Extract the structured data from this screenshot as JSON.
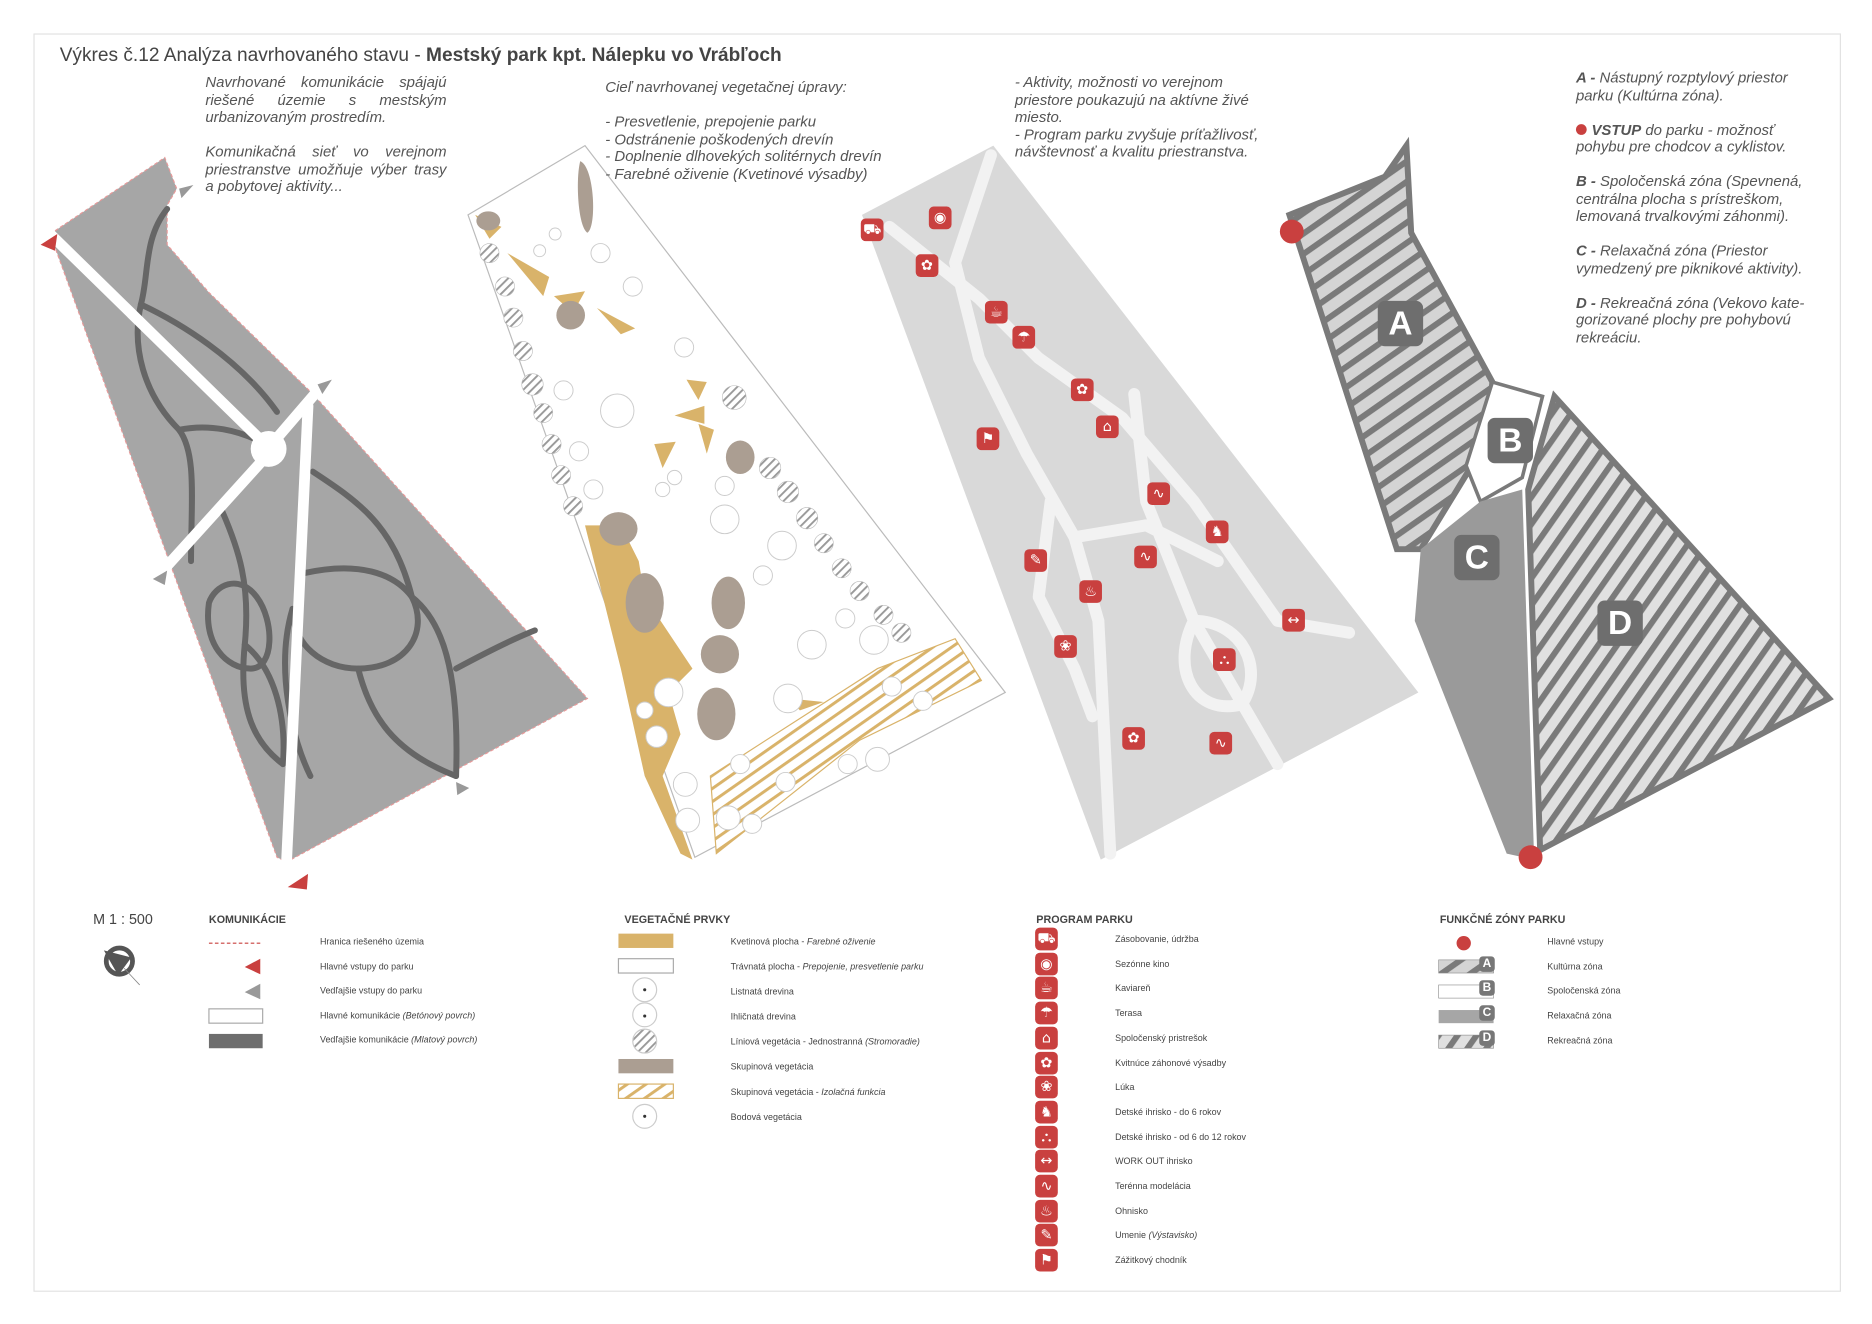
{
  "title": {
    "prefix": "Výkres č.12 Analýza navrhovaného stavu - ",
    "bold": "Mestský park kpt. Nálepku vo Vrábľoch"
  },
  "texts": {
    "communication_p1": "Navrhované komunikácie spájajú riešené územie s mestským urbanizovaným prostredím.",
    "communication_p2": "Komunikačná sieť vo verejnom priestranstve umožňuje výber trasy a pobytovej aktivity...",
    "vegetation_heading": "Cieľ navrhovanej vegetačnej úpravy:",
    "vegetation_items": [
      "- Presvetlenie, prepojenie parku",
      "- Odstránenie poškodených drevín",
      "- Doplnenie dlhovekých solitérnych drevín",
      "- Farebné oživenie (Kvetinové výsadby)"
    ],
    "program_p1": "- Aktivity, možnosti vo verejnom priestore poukazujú na aktívne živé miesto.",
    "program_p2": "- Program parku zvyšuje príťažlivosť, návštevnosť a kvalitu priestranstva.",
    "zones": [
      {
        "letter": "A -",
        "text": " Nástupný rozptylový priestor parku (Kultúrna zóna)."
      },
      {
        "letter": "VSTUP",
        "text": " do parku -  možnosť pohybu pre chodcov a cyklistov."
      },
      {
        "letter": "B -",
        "text": " Spoločenská zóna (Spevnená, centrálna plocha  s prístreškom, lemovaná trvalkovými záhonmi)."
      },
      {
        "letter": "C -",
        "text": " Relaxačná zóna (Priestor vymedzený pre piknikové aktivity)."
      },
      {
        "letter": "D -",
        "text": " Rekreačná zóna (Vekovo kate-gorizované plochy pre pohybovú rekreáciu."
      }
    ]
  },
  "zone_labels": [
    "A",
    "B",
    "C",
    "D"
  ],
  "scale": "M 1 : 500",
  "legend": {
    "komunikacie": {
      "title": "KOMUNIKÁCIE",
      "items": [
        {
          "label": "Hranica riešeného územia",
          "em": ""
        },
        {
          "label": "Hlavné vstupy do parku",
          "em": ""
        },
        {
          "label": "Vedľajšie vstupy do parku",
          "em": ""
        },
        {
          "label": "Hlavné komunikácie ",
          "em": "(Betónový povrch)"
        },
        {
          "label": "Vedľajšie komunikácie ",
          "em": "(Mlatový povrch)"
        }
      ]
    },
    "vegetacne": {
      "title": "VEGETAČNÉ PRVKY",
      "items": [
        {
          "label": "Kvetinová plocha - ",
          "em": "Farebné oživenie"
        },
        {
          "label": "Trávnatá plocha - ",
          "em": "Prepojenie, presvetlenie parku"
        },
        {
          "label": "Listnatá drevina",
          "em": ""
        },
        {
          "label": "Ihličnatá drevina",
          "em": ""
        },
        {
          "label": "Líniová vegetácia - Jednostranná ",
          "em": "(Stromoradie)"
        },
        {
          "label": "Skupinová vegetácia",
          "em": ""
        },
        {
          "label": "Skupinová vegetácia -  ",
          "em": "Izolačná funkcia"
        },
        {
          "label": "Bodová vegetácia",
          "em": ""
        }
      ]
    },
    "program": {
      "title": "PROGRAM PARKU",
      "items": [
        {
          "label": "Zásobovanie, údržba",
          "em": "",
          "glyph": "⛟"
        },
        {
          "label": "Sezónne kino",
          "em": "",
          "glyph": "◉"
        },
        {
          "label": "Kaviareň",
          "em": "",
          "glyph": "☕"
        },
        {
          "label": "Terasa",
          "em": "",
          "glyph": "☂"
        },
        {
          "label": "Spoločenský pristrešok",
          "em": "",
          "glyph": "⌂"
        },
        {
          "label": "Kvitnúce záhonové výsadby",
          "em": "",
          "glyph": "✿"
        },
        {
          "label": "Lúka",
          "em": "",
          "glyph": "❀"
        },
        {
          "label": "Detské ihrisko - do 6 rokov",
          "em": "",
          "glyph": "♞"
        },
        {
          "label": "Detské ihrisko - od 6 do 12 rokov",
          "em": "",
          "glyph": "⛬"
        },
        {
          "label": "WORK OUT ihrisko",
          "em": "",
          "glyph": "↔"
        },
        {
          "label": "Terénna modelácia",
          "em": "",
          "glyph": "∿"
        },
        {
          "label": "Ohnisko",
          "em": "",
          "glyph": "♨"
        },
        {
          "label": "Umenie ",
          "em": "(Výstavisko)",
          "glyph": "✎"
        },
        {
          "label": "Zážitkový chodník",
          "em": "",
          "glyph": "⚑"
        }
      ]
    },
    "zony": {
      "title": "FUNKČNÉ ZÓNY PARKU",
      "items": [
        {
          "label": "Hlavné vstupy",
          "em": ""
        },
        {
          "label": "Kultúrna zóna",
          "em": ""
        },
        {
          "label": "Spoločenská zóna",
          "em": ""
        },
        {
          "label": "Relaxačná zóna",
          "em": ""
        },
        {
          "label": "Rekreačná zóna",
          "em": ""
        }
      ]
    }
  },
  "colors": {
    "accent_red": "#c9403f",
    "road_dark": "#666666",
    "base_gray": "#a6a6a6",
    "flower_tan": "#d9b36a",
    "group_veg": "#ab9e92",
    "light_gray": "#d9d9d9"
  }
}
